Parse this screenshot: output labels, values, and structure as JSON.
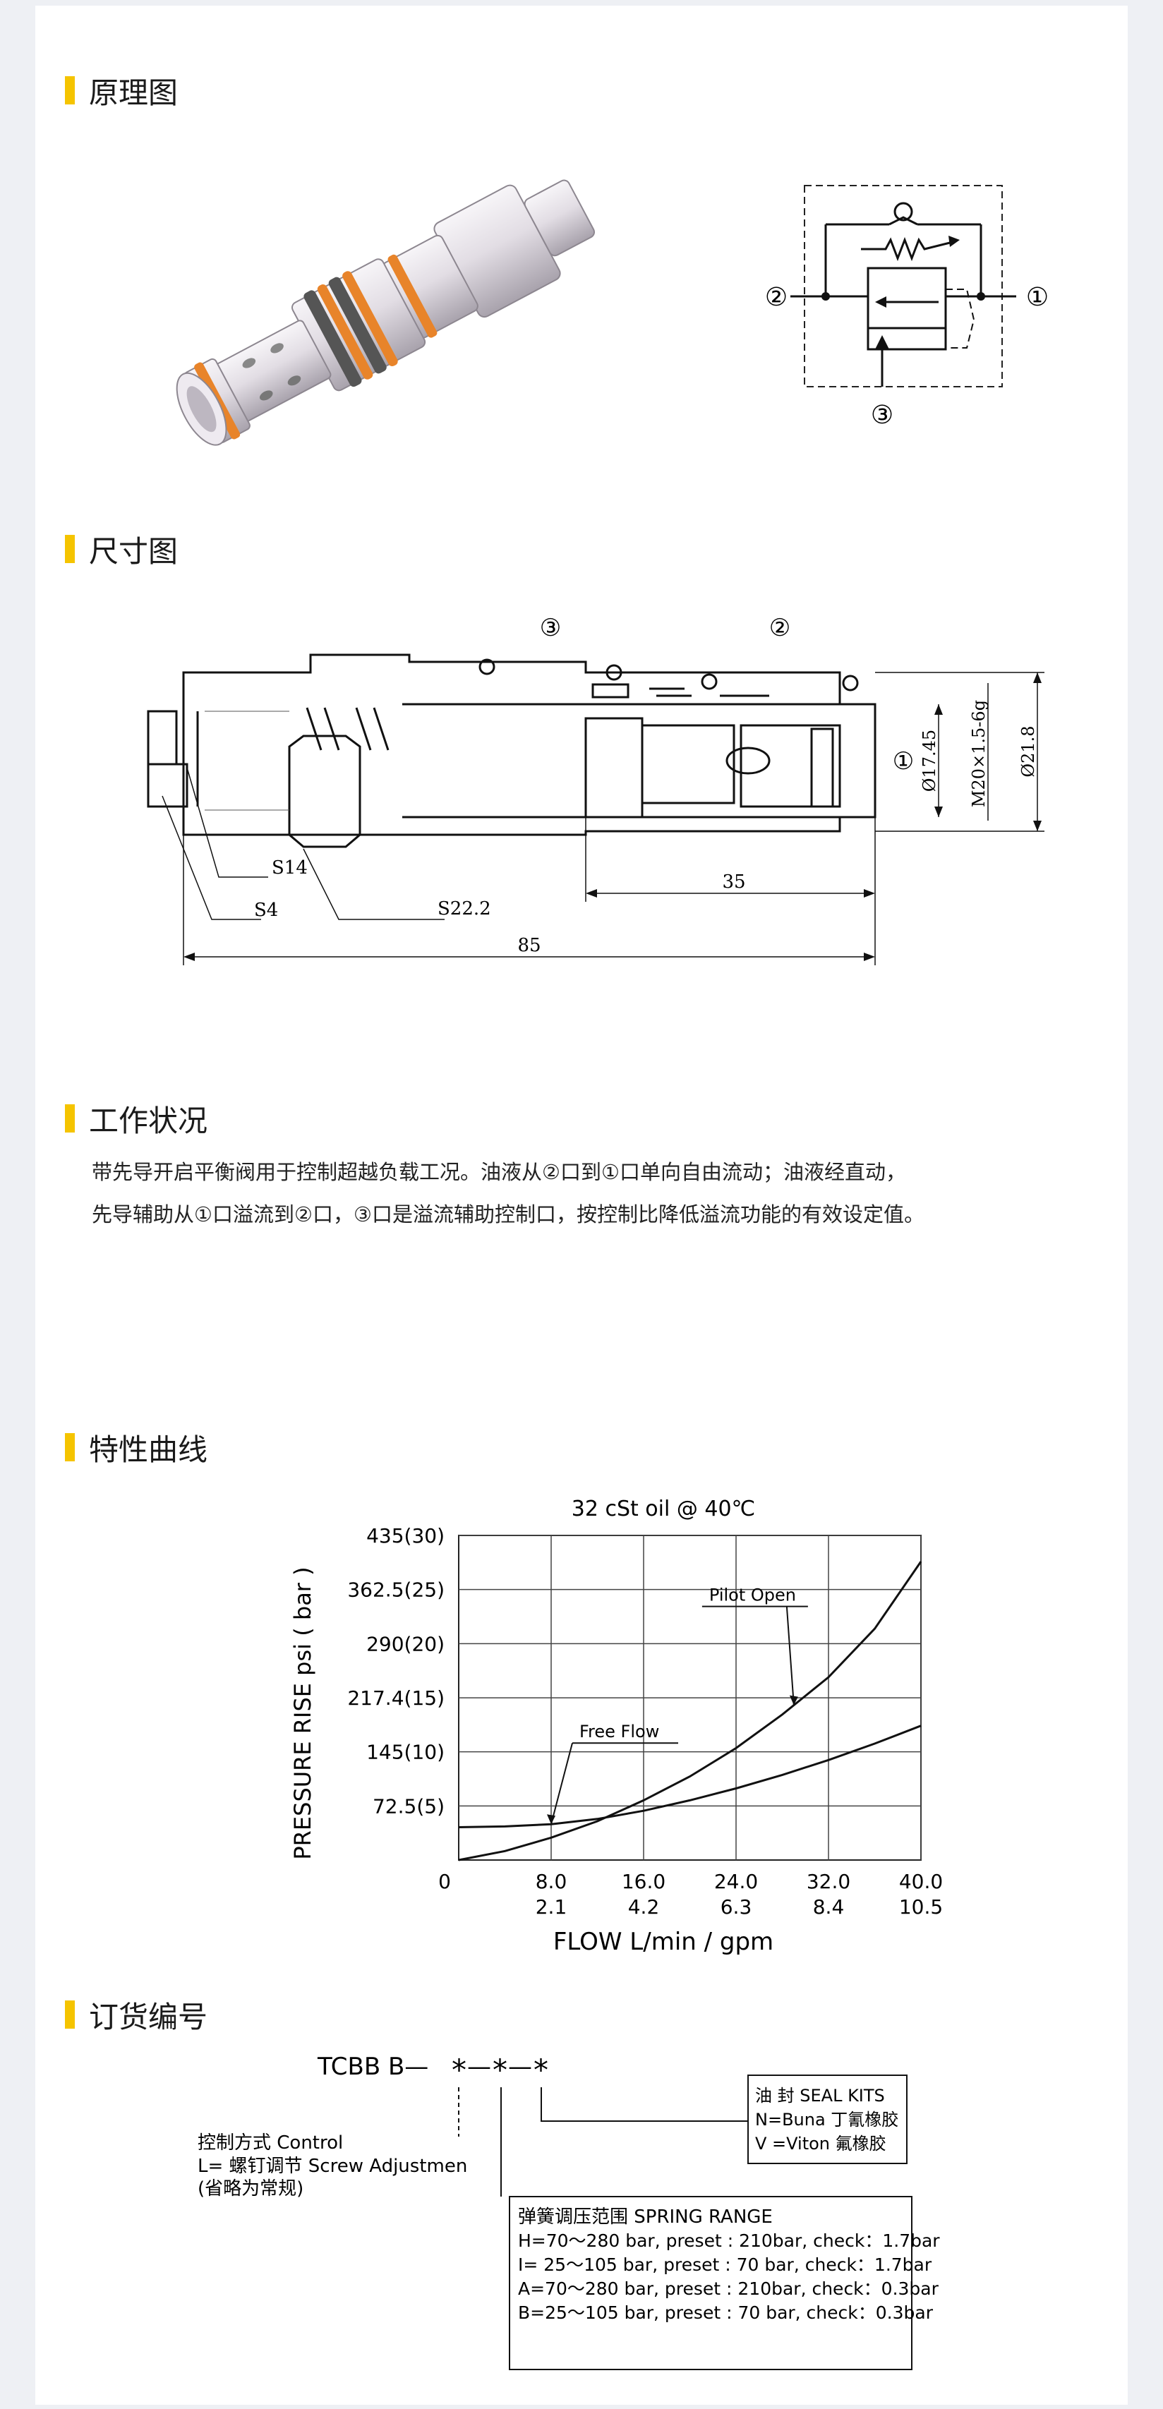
{
  "sections": {
    "principle": "原理图",
    "dimension": "尺寸图",
    "working": "工作状况",
    "curve": "特性曲线",
    "order": "订货编号"
  },
  "schematic": {
    "port1": "①",
    "port2": "②",
    "port3": "③"
  },
  "dimension": {
    "port3": "③",
    "port2": "②",
    "port1": "①",
    "s14": "S14",
    "s4": "S4",
    "s22": "S22.2",
    "len35": "35",
    "len85": "85",
    "d1745": "Ø17.45",
    "thread": "M20×1.5-6g",
    "d218": "Ø21.8"
  },
  "working": {
    "line1": "带先导开启平衡阀用于控制超越负载工况。油液从②口到①口单向自由流动；油液经直动，",
    "line2": "先导辅助从①口溢流到②口，③口是溢流辅助控制口，按控制比降低溢流功能的有效设定值。"
  },
  "chart_data": {
    "type": "line",
    "title": "32  cSt  oil  @  40℃",
    "xlabel": "FLOW L/min / gpm",
    "ylabel": "PRESSURE RISE psi ( bar )",
    "xlim": [
      0,
      40
    ],
    "ylim": [
      0,
      435
    ],
    "x_ticks": [
      {
        "value": 8,
        "label": "8.0",
        "sub": "2.1"
      },
      {
        "value": 16,
        "label": "16.0",
        "sub": "4.2"
      },
      {
        "value": 24,
        "label": "24.0",
        "sub": "6.3"
      },
      {
        "value": 32,
        "label": "32.0",
        "sub": "8.4"
      },
      {
        "value": 40,
        "label": "40.0",
        "sub": "10.5"
      }
    ],
    "x_origin_label": "0",
    "y_ticks": [
      {
        "value": 72.5,
        "label": "72.5(5)"
      },
      {
        "value": 145,
        "label": "145(10)"
      },
      {
        "value": 217.4,
        "label": "217.4(15)"
      },
      {
        "value": 290,
        "label": "290(20)"
      },
      {
        "value": 362.5,
        "label": "362.5(25)"
      },
      {
        "value": 435,
        "label": "435(30)"
      }
    ],
    "grid": true,
    "series": [
      {
        "name": "Pilot Open",
        "x": [
          0,
          4,
          8,
          12,
          16,
          20,
          24,
          28,
          32,
          36,
          40
        ],
        "y": [
          0,
          12,
          30,
          52,
          80,
          112,
          150,
          195,
          245,
          310,
          400
        ]
      },
      {
        "name": "Free Flow",
        "x": [
          0,
          4,
          8,
          12,
          16,
          20,
          24,
          28,
          32,
          36,
          40
        ],
        "y": [
          44,
          45,
          48,
          55,
          66,
          80,
          96,
          114,
          134,
          156,
          180
        ]
      }
    ],
    "annotations": [
      {
        "text": "Pilot Open",
        "series": "Pilot Open",
        "at_x": 29
      },
      {
        "text": "Free Flow",
        "series": "Free Flow",
        "at_x": 8
      }
    ]
  },
  "order": {
    "code": "TCBB  B—",
    "star": "*",
    "dash": "—",
    "control_lines": [
      "控制方式 Control",
      "L=   螺钉调节 Screw Adjustmen",
      "(省略为常规)"
    ],
    "seal_lines": [
      "油   封 SEAL    KITS",
      "N=Buna       丁氰橡胶",
      "V =Viton        氟橡胶"
    ],
    "spring_lines": [
      "弹簧调压范围 SPRING RANGE",
      "H=70～280 bar, preset : 210bar, check：1.7bar",
      "I= 25～105 bar, preset :  70 bar, check：1.7bar",
      "A=70～280 bar, preset : 210bar, check：0.3bar",
      "B=25～105 bar, preset :  70 bar, check：0.3bar"
    ]
  },
  "colors": {
    "accent": "#f5c400",
    "seal": "#e8842a",
    "metal": "#d9d4dc"
  }
}
